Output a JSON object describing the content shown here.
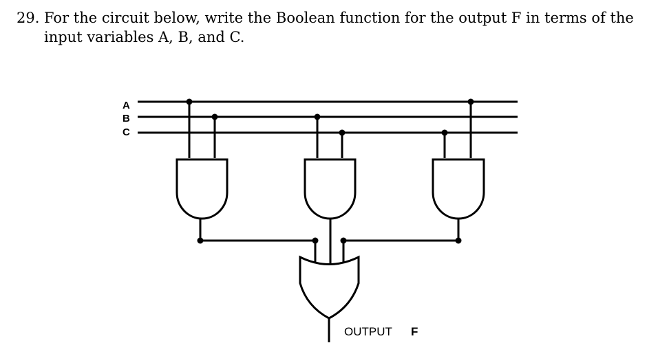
{
  "question": {
    "number": "29.",
    "line1": "For the circuit below, write the Boolean function for the output F in terms of the",
    "line2": "input variables A, B, and C."
  },
  "inputs": [
    "A",
    "B",
    "C"
  ],
  "gates": {
    "and_gates": 3,
    "or_gates": 1
  },
  "output": {
    "label": "OUTPUT",
    "name": "F"
  }
}
